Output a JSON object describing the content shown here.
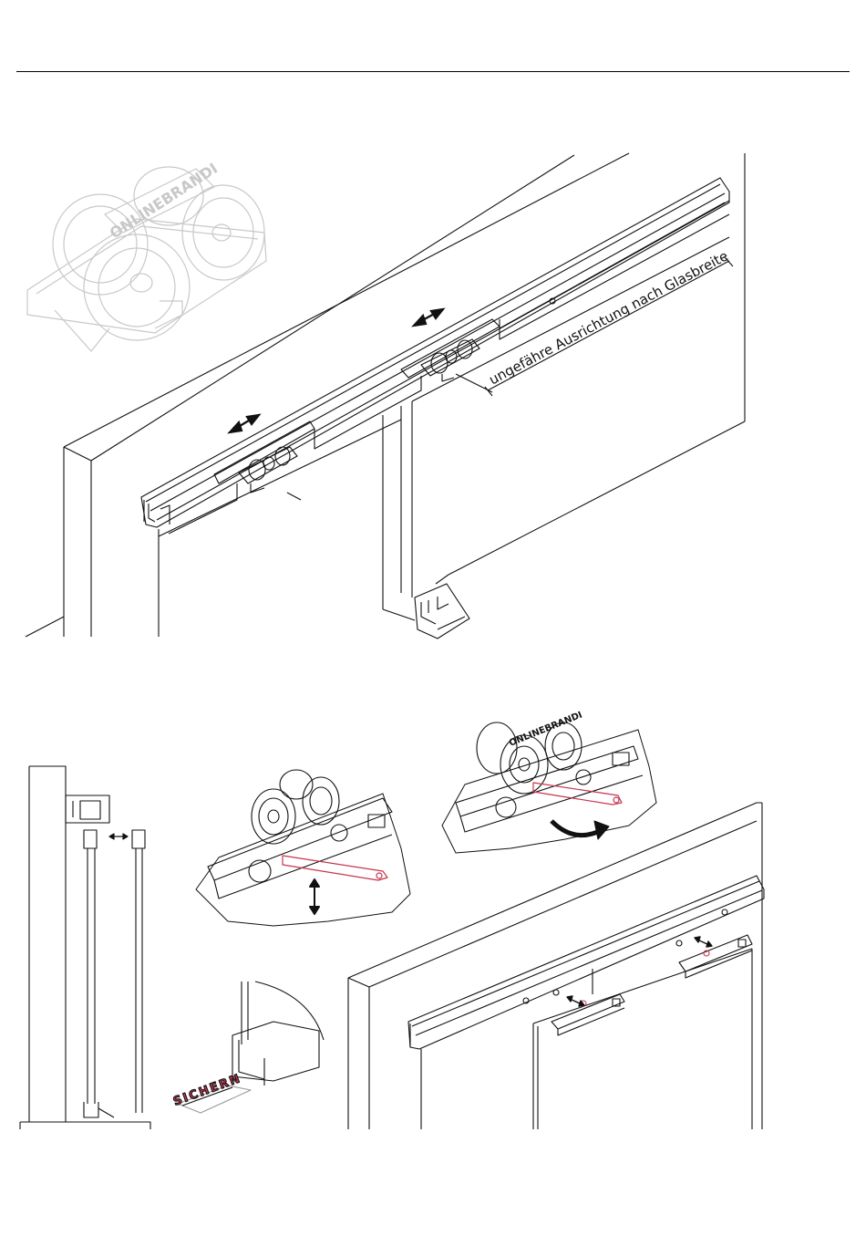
{
  "figure_top": {
    "dimension_label": "ungefähre Ausrichtung nach Glasbreite",
    "brand": "ONLINEBRANDI"
  },
  "figure_bottom": {
    "warning_label": "SICHERN",
    "brand": "ONLINEBRANDI"
  },
  "colors": {
    "line": "#111111",
    "ghost": "#c8c8c8",
    "accent": "#c8344e"
  },
  "icons": [
    "double-arrow-horizontal-icon",
    "double-arrow-vertical-icon",
    "rotate-arrow-icon"
  ]
}
